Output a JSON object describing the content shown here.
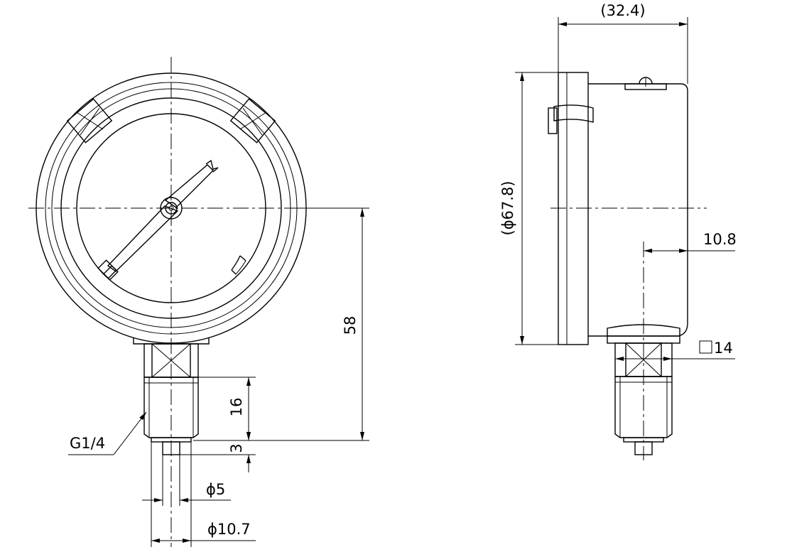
{
  "front_view": {
    "thread_label": "G1/4",
    "height_total": "58",
    "thread_length": "16",
    "tip_length": "3",
    "bore_dia": "ϕ5",
    "tip_dia": "ϕ10.7"
  },
  "side_view": {
    "depth": "(32.4)",
    "case_dia": "(ϕ67.8)",
    "stem_offset": "10.8",
    "hex_size": "14"
  }
}
